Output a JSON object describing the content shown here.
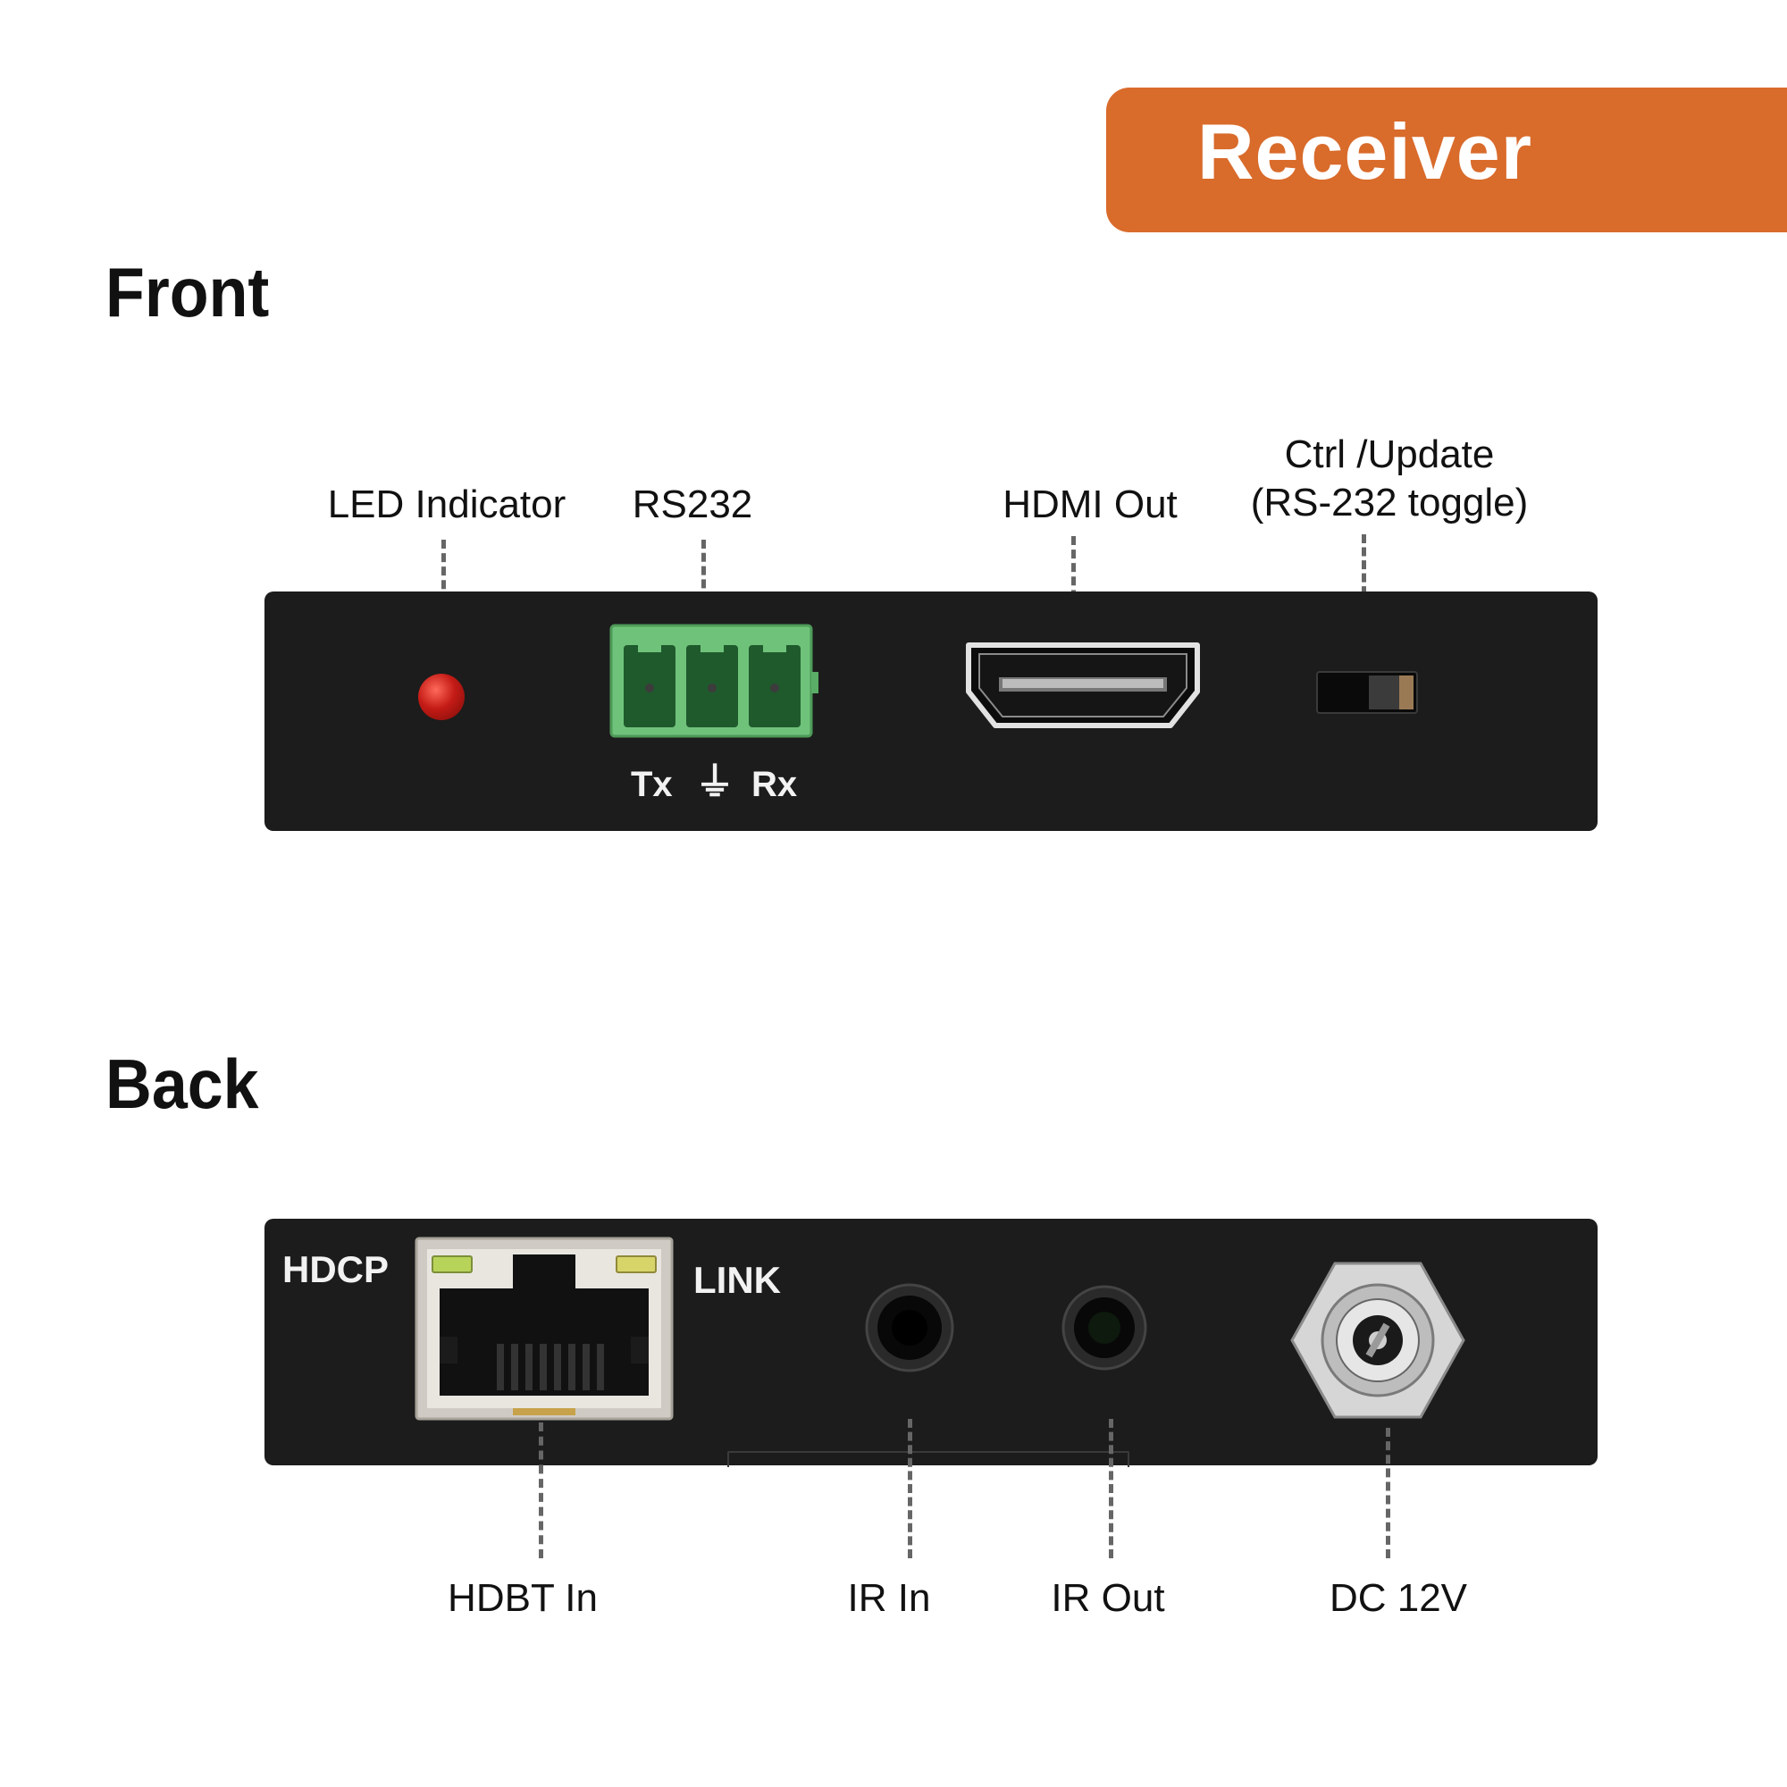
{
  "banner": {
    "title": "Receiver"
  },
  "sections": {
    "front_title": "Front",
    "back_title": "Back"
  },
  "front": {
    "labels": {
      "led": "LED Indicator",
      "rs232": "RS232",
      "hdmi_out": "HDMI Out",
      "ctrl_line1": "Ctrl /Update",
      "ctrl_line2": "(RS-232 toggle)"
    },
    "terminal_labels": {
      "tx": "Tx",
      "gnd": "⏚",
      "rx": "Rx"
    }
  },
  "back": {
    "labels": {
      "hdbt_in": "HDBT In",
      "ir_in": "IR In",
      "ir_out": "IR Out",
      "dc": "DC 12V"
    },
    "panel_labels": {
      "hdcp": "HDCP",
      "link": "LINK"
    }
  },
  "colors": {
    "accent_orange": "#d96b2b",
    "panel_black": "#1c1c1c",
    "led_red": "#c41b16",
    "terminal_green": "#6fc27a",
    "link_led": "#b8d35a"
  }
}
